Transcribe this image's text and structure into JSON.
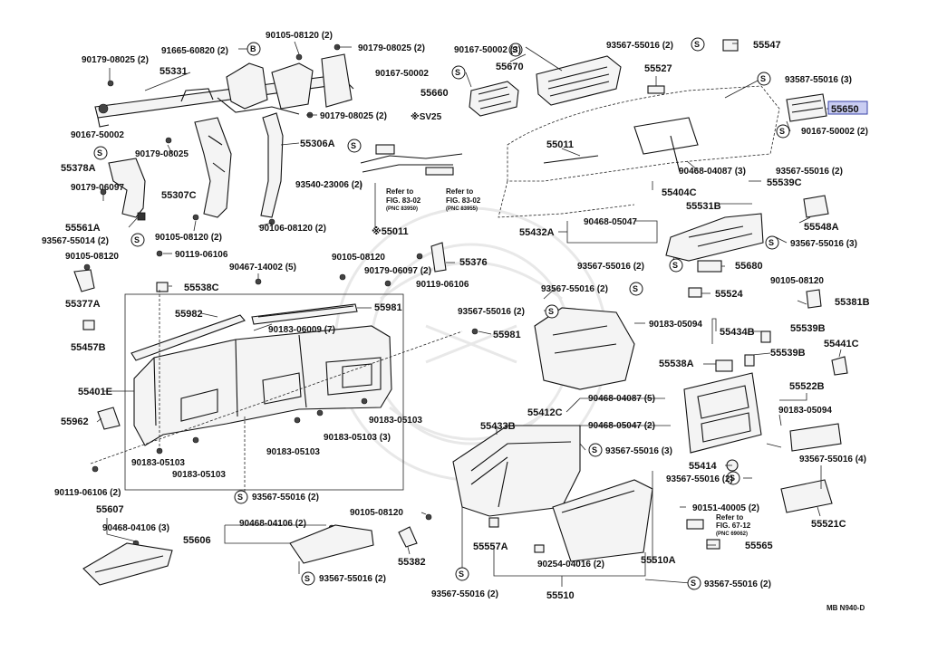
{
  "diagram_code": "MB N940-D",
  "variant_note": "※SV25",
  "highlighted_part": "55650",
  "highlight_color": "#c9cdf2",
  "symbols": {
    "s_letter": "S",
    "b_letter": "B"
  },
  "labels": {
    "p90105_08120_top": "90105-08120 (2)",
    "p90179_08025_tr": "90179-08025 (2)",
    "p91665_60820": "91665-60820 (2)",
    "p90179_08025_tl": "90179-08025 (2)",
    "p55331": "55331",
    "p90179_08025_mid": "90179-08025 (2)",
    "p90167_50002_l": "90167-50002",
    "p90179_08025_c": "90179-08025",
    "p55306a": "55306A",
    "p55378a": "55378A",
    "p55307c": "55307C",
    "p90179_06097_l": "90179-06097",
    "p55561a": "55561A",
    "p90105_08120_l": "90105-08120 (2)",
    "p93567_55014": "93567-55014 (2)",
    "p90106_08120": "90106-08120 (2)",
    "p90119_06106_top": "90119-06106",
    "p90105_08120_l2": "90105-08120",
    "p55377a": "55377A",
    "p55538c": "55538C",
    "p90467_14002": "90467-14002 (5)",
    "p55457b": "55457B",
    "p55982": "55982",
    "p90183_06009": "90183-06009 (7)",
    "p55981_top": "55981",
    "p55401e": "55401E",
    "p55962": "55962",
    "p90183_05103_a": "90183-05103",
    "p90183_05103_b": "90183-05103",
    "p90183_05103_c": "90183-05103",
    "p90183_05103_d": "90183-05103",
    "p90183_05103_e": "90183-05103 (3)",
    "p90119_06106_b": "90119-06106 (2)",
    "p93567_55016_bl": "93567-55016 (2)",
    "p55607": "55607",
    "p90468_04106_l": "90468-04106 (3)",
    "p90468_04106_m": "90468-04106 (2)",
    "p55606": "55606",
    "p90105_08120_bm": "90105-08120",
    "p55382": "55382",
    "p93567_55016_bm": "93567-55016 (2)",
    "p90167_50002_t": "90167-50002 (3)",
    "p90167_50002_t2": "90167-50002",
    "p55670": "55670",
    "p55660": "55660",
    "p93540_23006": "93540-23006 (2)",
    "p55011_note": "※55011",
    "p55011": "55011",
    "refer_a_1": "Refer to",
    "refer_a_2": "FIG. 83-02",
    "refer_a_3": "(PNC 83950)",
    "refer_b_1": "Refer to",
    "refer_b_2": "FIG. 83-02",
    "refer_b_3": "(PNC 83955)",
    "p90105_08120_c": "90105-08120",
    "p55376": "55376",
    "p90179_06097_c": "90179-06097 (2)",
    "p90119_06106_c": "90119-06106",
    "p55981_r": "55981",
    "p93567_55016_tr": "93567-55016 (2)",
    "p55547": "55547",
    "p55527": "55527",
    "p93587_55016": "93587-55016 (3)",
    "p55650": "55650",
    "p90167_50002_r": "90167-50002 (2)",
    "p90468_04087_t": "90468-04087 (3)",
    "p93567_55016_r1": "93567-55016 (2)",
    "p55404c": "55404C",
    "p55539c": "55539C",
    "p55531b": "55531B",
    "p55548a": "55548A",
    "p90468_05047_t": "90468-05047",
    "p55432a": "55432A",
    "p93567_55016_r2": "93567-55016 (3)",
    "p93567_55016_c1": "93567-55016 (2)",
    "p55680": "55680",
    "p93567_55016_c2": "93567-55016 (2)",
    "p55524": "55524",
    "p90105_08120_r": "90105-08120",
    "p55381b": "55381B",
    "p93567_55016_c3": "93567-55016 (2)",
    "p90183_05094_a": "90183-05094",
    "p55434b": "55434B",
    "p55539b_a": "55539B",
    "p55538a": "55538A",
    "p55539b_b": "55539B",
    "p55441c": "55441C",
    "p55522b": "55522B",
    "p90468_04087_m": "90468-04087 (5)",
    "p55412c": "55412C",
    "p90468_05047_m": "90468-05047 (2)",
    "p90183_05094_b": "90183-05094",
    "p55433b": "55433B",
    "p93567_55016_m": "93567-55016 (3)",
    "p55414": "55414",
    "p93567_55016_m2": "93567-55016 (2)",
    "p93567_55016_r4": "93567-55016 (4)",
    "p90151_40005": "90151-40005 (2)",
    "refer_c_1": "Refer to",
    "refer_c_2": "FIG. 67-12",
    "refer_c_3": "(PNC 69062)",
    "p55565": "55565",
    "p55521c": "55521C",
    "p55557a": "55557A",
    "p90254_04016": "90254-04016 (2)",
    "p55510a": "55510A",
    "p93567_55016_bb": "93567-55016 (2)",
    "p93567_55016_br": "93567-55016 (2)",
    "p55510": "55510"
  }
}
